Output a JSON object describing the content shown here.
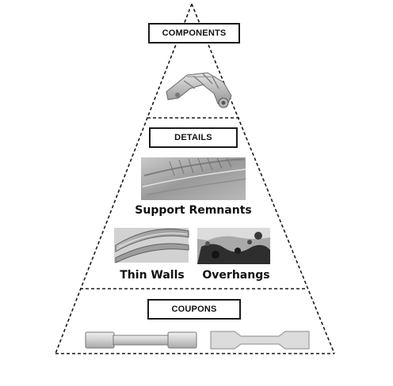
{
  "tiers": {
    "components": {
      "label": "COMPONENTS"
    },
    "details": {
      "label": "DETAILS",
      "captions": {
        "support_remnants": "Support Remnants",
        "thin_walls": "Thin Walls",
        "overhangs": "Overhangs"
      }
    },
    "coupons": {
      "label": "COUPONS"
    }
  }
}
